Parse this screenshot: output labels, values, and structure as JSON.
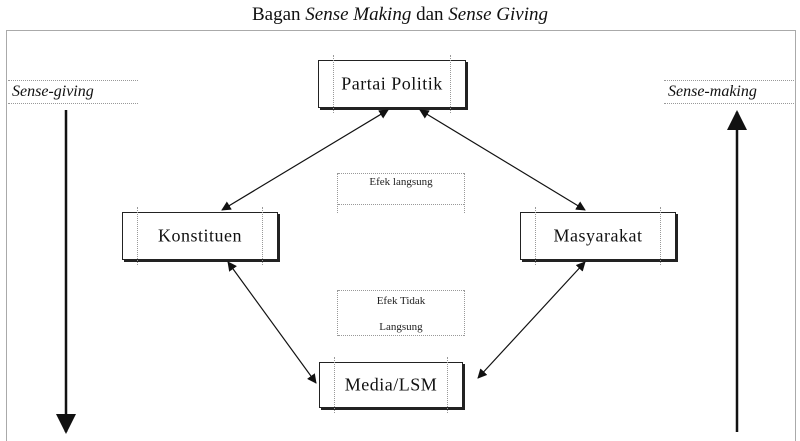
{
  "title": {
    "prefix": "Bagan ",
    "term1": "Sense Making",
    "middle": " dan ",
    "term2": "Sense Giving"
  },
  "nodes": {
    "partai": "Partai Politik",
    "konstituen": "Konstituen",
    "masyarakat": "Masyarakat",
    "media": "Media/LSM"
  },
  "side": {
    "left": "Sense-giving",
    "right": "Sense-making"
  },
  "effects": {
    "direct": "Efek langsung",
    "indirect_line1": "Efek Tidak",
    "indirect_line2": "Langsung"
  }
}
